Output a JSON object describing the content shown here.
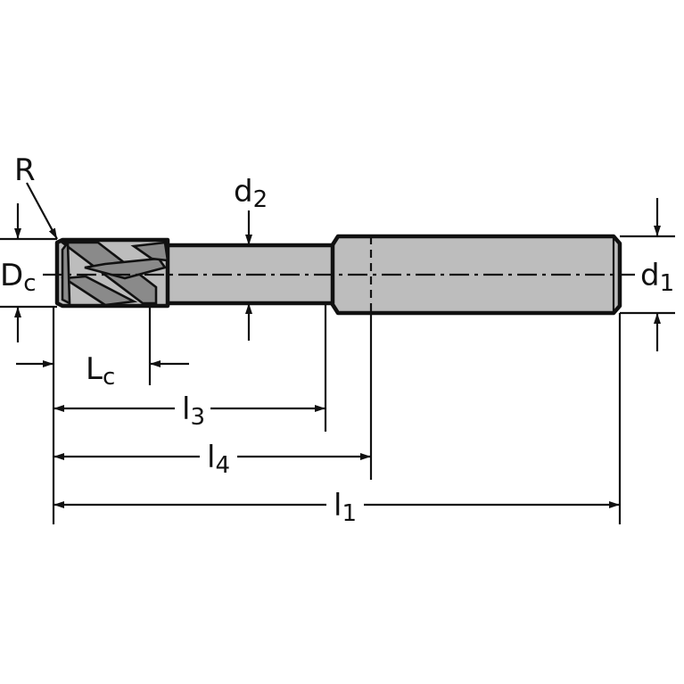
{
  "labels": {
    "R": "R",
    "Dc_main": "D",
    "Dc_sub": "c",
    "d2_main": "d",
    "d2_sub": "2",
    "d1_main": "d",
    "d1_sub": "1",
    "Lc_main": "L",
    "Lc_sub": "c",
    "l3_main": "l",
    "l3_sub": "3",
    "l4_main": "l",
    "l4_sub": "4",
    "l1_main": "l",
    "l1_sub": "1"
  },
  "colors": {
    "body_fill": "#bdbdbd",
    "flute_fill": "#8a8a8a",
    "line": "#111111"
  }
}
